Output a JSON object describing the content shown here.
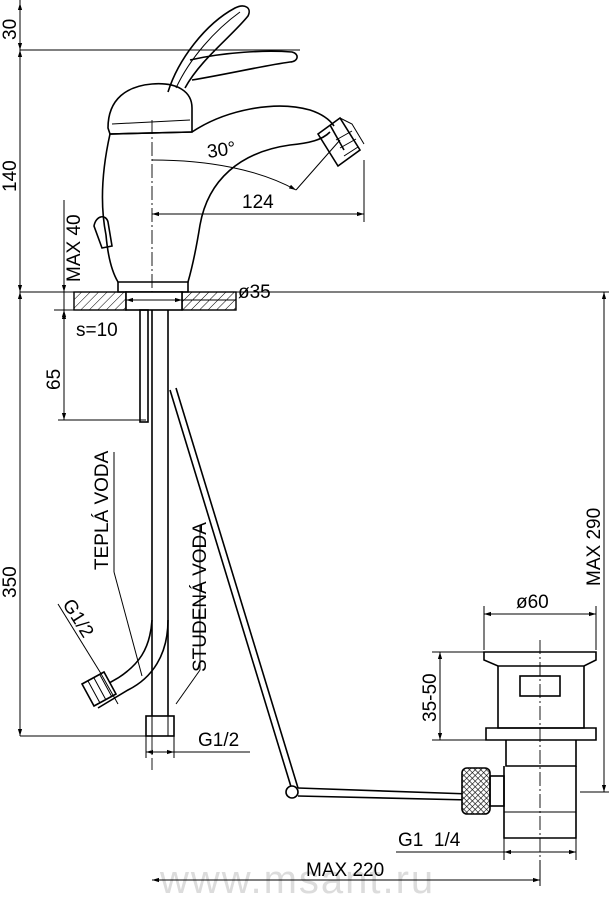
{
  "dimensions": {
    "d30": "30",
    "d140": "140",
    "d350": "350",
    "max40": "MAX 40",
    "d65": "65",
    "angle30": "30°",
    "d124": "124",
    "phi35": "ø35",
    "s10": "s=10",
    "phi60": "ø60",
    "d35_50": "35-50",
    "max290": "MAX 290",
    "g12_left": "G1/2",
    "g12_bottom": "G1/2",
    "g1_14": "G1  1/4",
    "max220": "MAX 220"
  },
  "labels": {
    "tepla_voda": "TEPLÁ VODA",
    "studena_voda": "STUDENÁ VODA"
  },
  "watermark": "www.msant.ru"
}
